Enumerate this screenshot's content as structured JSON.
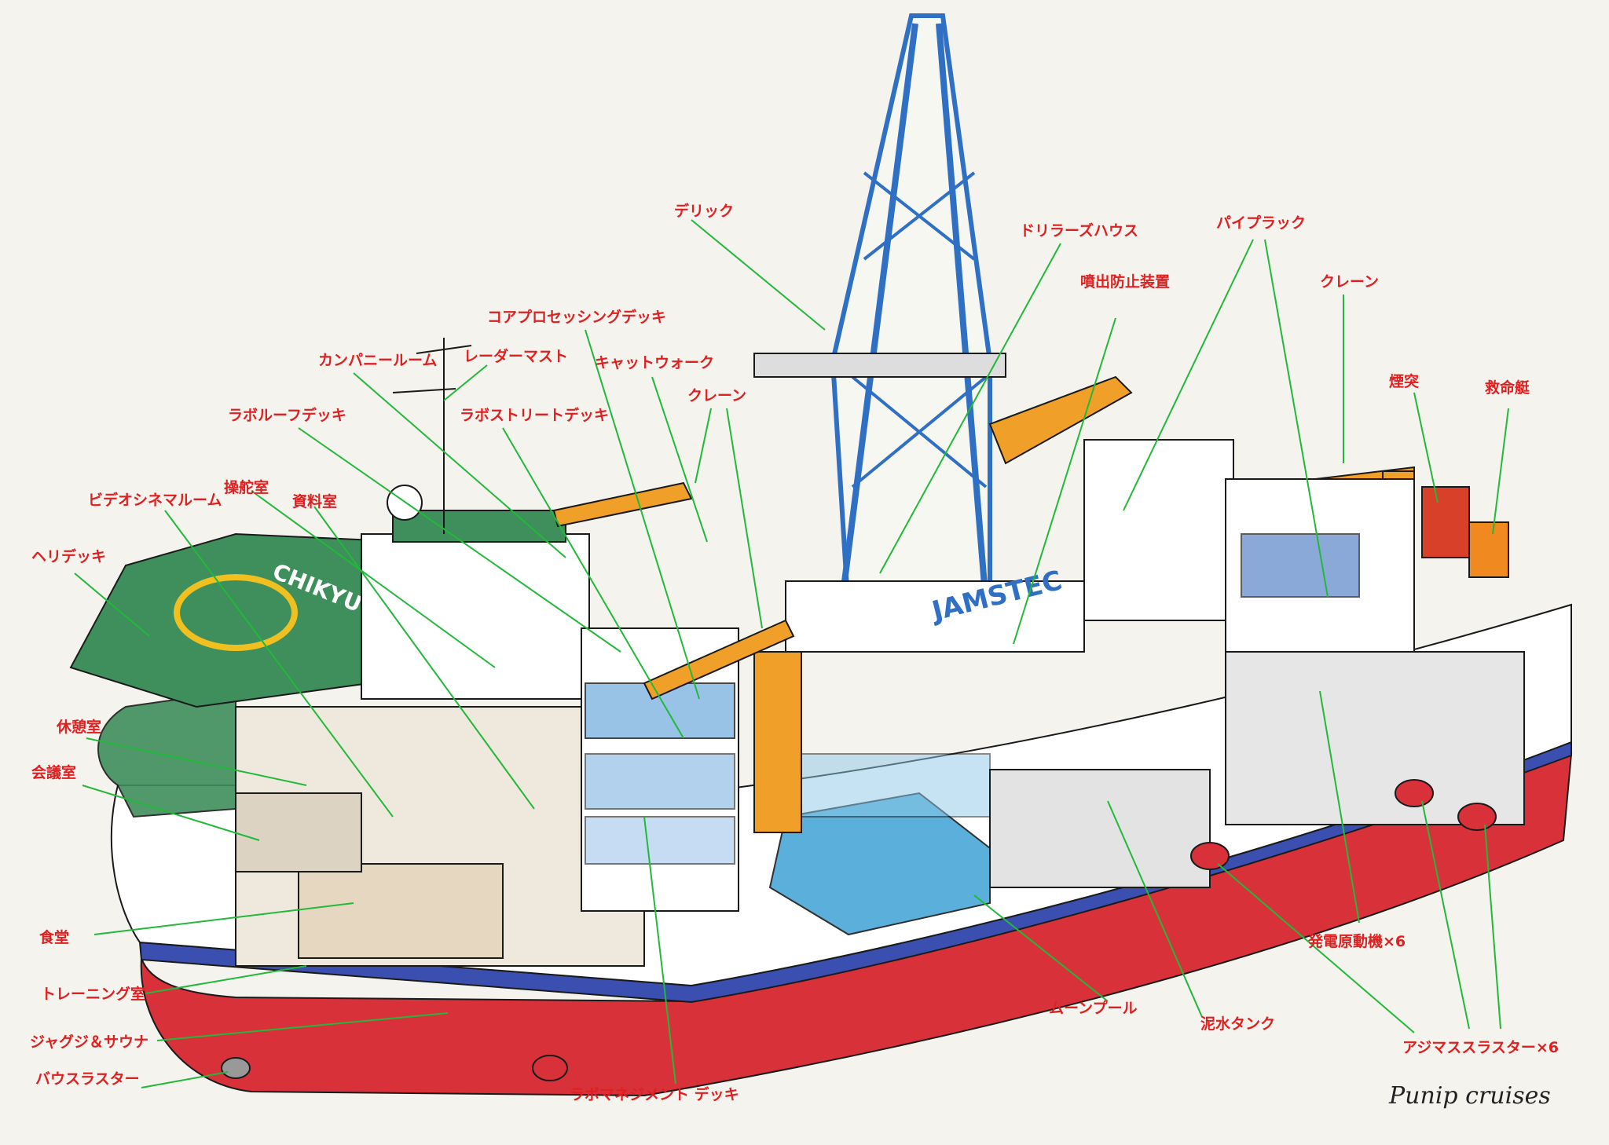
{
  "labels": {
    "derrick": "デリック",
    "drillers_house": "ドリラーズハウス",
    "pipe_rack": "パイプラック",
    "crane_aft": "クレーン",
    "bop": "噴出防止装置",
    "core_processing_deck": "コアプロセッシングデッキ",
    "company_room": "カンパニールーム",
    "radar_mast": "レーダーマスト",
    "catwalk": "キャットウォーク",
    "crane_mid": "クレーン",
    "lab_roof_deck": "ラボルーフデッキ",
    "lab_street_deck": "ラボストリートデッキ",
    "funnel": "煙突",
    "lifeboat": "救命艇",
    "video_cinema_room": "ビデオシネマルーム",
    "bridge": "操舵室",
    "library": "資料室",
    "heli_deck": "ヘリデッキ",
    "lounge": "休憩室",
    "meeting_room": "会議室",
    "dining": "食堂",
    "training_room": "トレーニング室",
    "jacuzzi_sauna": "ジャグジ＆サウナ",
    "bow_thruster": "バウスラスター",
    "lab_management_deck": "ラボマネジメント デッキ",
    "moon_pool": "ムーンプール",
    "mud_tank": "泥水タンク",
    "generator_engine": "発電原動機×6",
    "azimuth_thruster": "アジマススラスター×6"
  },
  "hull_markings": {
    "brand": "JAMSTEC",
    "ship_name_heli": "CHIKYU"
  },
  "signature": "Punip cruises",
  "colors": {
    "label_red": "#e02020",
    "leader_green": "#22b83a",
    "hull_red": "#d8313a",
    "hull_blue": "#3a4fb0",
    "derrick_blue": "#2f6fc4",
    "crane_orange": "#f0a028",
    "deck_green": "#3f8f5c",
    "moonpool_blue": "#4aa8d8",
    "background": "#f4f3ee"
  }
}
